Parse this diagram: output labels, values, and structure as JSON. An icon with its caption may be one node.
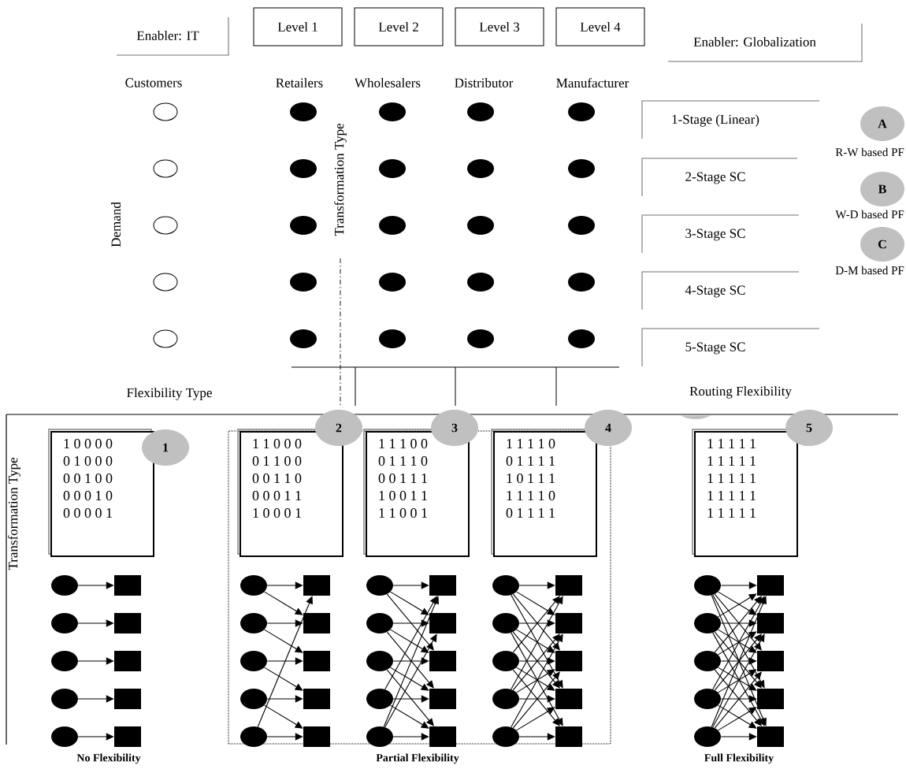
{
  "diagram": {
    "nodes": [
      {
        "text": [
          "Enabler: IT"
        ]
      },
      {
        "text": [
          "Level 1"
        ]
      },
      {
        "text": [
          "Level 2"
        ]
      },
      {
        "text": [
          "Level 3"
        ]
      },
      {
        "text": [
          "Level 4"
        ]
      },
      {
        "text": [
          "Enabler: Globalization"
        ]
      },
      {
        "text": [
          "1-Stage (Linear)"
        ]
      },
      {
        "text": [
          "2-Stage SC"
        ]
      },
      {
        "text": [
          "3-Stage SC"
        ]
      },
      {
        "text": [
          "4-Stage SC"
        ]
      },
      {
        "text": [
          "5-Stage SC"
        ]
      },
      {
        "text": [
          "A"
        ],
        "beside": [
          "R-W based PF"
        ]
      },
      {
        "text": [
          "B"
        ],
        "beside": [
          "W-D based PF"
        ]
      },
      {
        "text": [
          "C"
        ],
        "beside": [
          "D-M based PF"
        ]
      },
      {
        "text": [
          "1 0 0 0 0",
          "0 1 0 0 0",
          "0 0 1 0 0",
          "0 0 0 1 0",
          "0 0 0 0 1"
        ]
      },
      {
        "text": [
          "1 1 0 0 0",
          "0 1 1 0 0",
          "0 0 1 1 0",
          "0 0 0 1 1",
          "1 0 0 0 1"
        ]
      },
      {
        "text": [
          "1 1 1 0 0",
          "0 1 1 1 0",
          "0 0 1 1 1",
          "1 0 0 1 1",
          "1 1 0 0 1"
        ]
      },
      {
        "text": [
          "1 1 1 1 0",
          "0 1 1 1 1",
          "1 0 1 1 1",
          "1 1 1 1 0",
          "0 1 1 1 1"
        ]
      },
      {
        "text": [
          "1 1 1 1 1",
          "1 1 1 1 1",
          "1 1 1 1 1",
          "1 1 1 1 1",
          "1 1 1 1 1"
        ]
      },
      {
        "text": [
          "1"
        ]
      },
      {
        "text": [
          "2"
        ]
      },
      {
        "text": [
          "3"
        ]
      },
      {
        "text": [
          "4"
        ]
      },
      {
        "text": [
          "5"
        ]
      },
      {
        "text": [],
        "shape": "circle"
      },
      {
        "text": [],
        "shape": "circle"
      },
      {
        "text": [],
        "shape": "circle"
      },
      {
        "text": [],
        "shape": "circle"
      },
      {
        "text": [],
        "shape": "circle"
      },
      {
        "text": [],
        "shape": "box"
      },
      {
        "text": [],
        "shape": "box"
      },
      {
        "text": [],
        "shape": "box"
      },
      {
        "text": [],
        "shape": "box"
      },
      {
        "text": [],
        "shape": "box"
      },
      {
        "text": [],
        "shape": "circle"
      },
      {
        "text": [],
        "shape": "circle"
      },
      {
        "text": [],
        "shape": "circle"
      },
      {
        "text": [],
        "shape": "circle"
      },
      {
        "text": [],
        "shape": "circle"
      },
      {
        "text": [],
        "shape": "box"
      },
      {
        "text": [],
        "shape": "box"
      },
      {
        "text": [],
        "shape": "box"
      },
      {
        "text": [],
        "shape": "box"
      },
      {
        "text": [],
        "shape": "box"
      },
      {
        "text": [],
        "shape": "circle"
      },
      {
        "text": [],
        "shape": "circle"
      },
      {
        "text": [],
        "shape": "circle"
      },
      {
        "text": [],
        "shape": "circle"
      },
      {
        "text": [],
        "shape": "circle"
      },
      {
        "text": [],
        "shape": "box"
      },
      {
        "text": [],
        "shape": "box"
      },
      {
        "text": [],
        "shape": "box"
      },
      {
        "text": [],
        "shape": "box"
      },
      {
        "text": [],
        "shape": "box"
      },
      {
        "text": [],
        "shape": "circle"
      },
      {
        "text": [],
        "shape": "circle"
      },
      {
        "text": [],
        "shape": "circle"
      },
      {
        "text": [],
        "shape": "circle"
      },
      {
        "text": [],
        "shape": "circle"
      },
      {
        "text": [],
        "shape": "box"
      },
      {
        "text": [],
        "shape": "box"
      },
      {
        "text": [],
        "shape": "box"
      },
      {
        "text": [],
        "shape": "box"
      },
      {
        "text": [],
        "shape": "box"
      },
      {
        "text": [],
        "shape": "circle"
      },
      {
        "text": [],
        "shape": "circle"
      },
      {
        "text": [],
        "shape": "circle"
      },
      {
        "text": [],
        "shape": "circle"
      },
      {
        "text": [],
        "shape": "circle"
      },
      {
        "text": [],
        "shape": "box"
      },
      {
        "text": [],
        "shape": "box"
      },
      {
        "text": [],
        "shape": "box"
      },
      {
        "text": [],
        "shape": "box"
      },
      {
        "text": [],
        "shape": "box"
      },
      {
        "text": [],
        "shape": "circle"
      }
    ],
    "edges": [
      {
        "from": 24,
        "to": 29,
        "arrow": "to"
      },
      {
        "from": 25,
        "to": 30,
        "arrow": "to"
      },
      {
        "from": 26,
        "to": 31,
        "arrow": "to"
      },
      {
        "from": 27,
        "to": 32,
        "arrow": "to"
      },
      {
        "from": 28,
        "to": 33,
        "arrow": "to"
      },
      {
        "from": 34,
        "to": 39,
        "arrow": "to"
      },
      {
        "from": 34,
        "to": 40,
        "arrow": "to"
      },
      {
        "from": 35,
        "to": 40,
        "arrow": "to"
      },
      {
        "from": 35,
        "to": 41,
        "arrow": "to"
      },
      {
        "from": 36,
        "to": 41,
        "arrow": "to"
      },
      {
        "from": 36,
        "to": 42,
        "arrow": "to"
      },
      {
        "from": 37,
        "to": 42,
        "arrow": "to"
      },
      {
        "from": 37,
        "to": 43,
        "arrow": "to"
      },
      {
        "from": 38,
        "to": 39,
        "arrow": "to"
      },
      {
        "from": 38,
        "to": 43,
        "arrow": "to"
      },
      {
        "from": 44,
        "to": 49,
        "arrow": "to"
      },
      {
        "from": 44,
        "to": 50,
        "arrow": "to"
      },
      {
        "from": 44,
        "to": 51,
        "arrow": "to"
      },
      {
        "from": 45,
        "to": 50,
        "arrow": "to"
      },
      {
        "from": 45,
        "to": 51,
        "arrow": "to"
      },
      {
        "from": 45,
        "to": 52,
        "arrow": "to"
      },
      {
        "from": 46,
        "to": 51,
        "arrow": "to"
      },
      {
        "from": 46,
        "to": 52,
        "arrow": "to"
      },
      {
        "from": 46,
        "to": 53,
        "arrow": "to"
      },
      {
        "from": 47,
        "to": 49,
        "arrow": "to"
      },
      {
        "from": 47,
        "to": 52,
        "arrow": "to"
      },
      {
        "from": 47,
        "to": 53,
        "arrow": "to"
      },
      {
        "from": 48,
        "to": 49,
        "arrow": "to"
      },
      {
        "from": 48,
        "to": 50,
        "arrow": "to"
      },
      {
        "from": 48,
        "to": 53,
        "arrow": "to"
      },
      {
        "from": 54,
        "to": 59,
        "arrow": "to"
      },
      {
        "from": 54,
        "to": 60,
        "arrow": "to"
      },
      {
        "from": 54,
        "to": 61,
        "arrow": "to"
      },
      {
        "from": 54,
        "to": 62,
        "arrow": "to"
      },
      {
        "from": 55,
        "to": 60,
        "arrow": "to"
      },
      {
        "from": 55,
        "to": 61,
        "arrow": "to"
      },
      {
        "from": 55,
        "to": 62,
        "arrow": "to"
      },
      {
        "from": 55,
        "to": 63,
        "arrow": "to"
      },
      {
        "from": 56,
        "to": 59,
        "arrow": "to"
      },
      {
        "from": 56,
        "to": 61,
        "arrow": "to"
      },
      {
        "from": 56,
        "to": 62,
        "arrow": "to"
      },
      {
        "from": 56,
        "to": 63,
        "arrow": "to"
      },
      {
        "from": 57,
        "to": 59,
        "arrow": "to"
      },
      {
        "from": 57,
        "to": 60,
        "arrow": "to"
      },
      {
        "from": 57,
        "to": 61,
        "arrow": "to"
      },
      {
        "from": 57,
        "to": 62,
        "arrow": "to"
      },
      {
        "from": 58,
        "to": 60,
        "arrow": "to"
      },
      {
        "from": 58,
        "to": 61,
        "arrow": "to"
      },
      {
        "from": 58,
        "to": 62,
        "arrow": "to"
      },
      {
        "from": 58,
        "to": 63,
        "arrow": "to"
      },
      {
        "from": 64,
        "to": 69,
        "arrow": "to"
      },
      {
        "from": 64,
        "to": 70,
        "arrow": "to"
      },
      {
        "from": 64,
        "to": 71,
        "arrow": "to"
      },
      {
        "from": 64,
        "to": 72,
        "arrow": "to"
      },
      {
        "from": 64,
        "to": 73,
        "arrow": "to"
      },
      {
        "from": 65,
        "to": 69,
        "arrow": "to"
      },
      {
        "from": 65,
        "to": 70,
        "arrow": "to"
      },
      {
        "from": 65,
        "to": 71,
        "arrow": "to"
      },
      {
        "from": 65,
        "to": 72,
        "arrow": "to"
      },
      {
        "from": 65,
        "to": 73,
        "arrow": "to"
      },
      {
        "from": 66,
        "to": 69,
        "arrow": "to"
      },
      {
        "from": 66,
        "to": 70,
        "arrow": "to"
      },
      {
        "from": 66,
        "to": 71,
        "arrow": "to"
      },
      {
        "from": 66,
        "to": 72,
        "arrow": "to"
      },
      {
        "from": 66,
        "to": 73,
        "arrow": "to"
      },
      {
        "from": 67,
        "to": 69,
        "arrow": "to"
      },
      {
        "from": 67,
        "to": 70,
        "arrow": "to"
      },
      {
        "from": 67,
        "to": 71,
        "arrow": "to"
      },
      {
        "from": 67,
        "to": 72,
        "arrow": "to"
      },
      {
        "from": 67,
        "to": 73,
        "arrow": "to"
      },
      {
        "from": 68,
        "to": 69,
        "arrow": "to"
      },
      {
        "from": 68,
        "to": 70,
        "arrow": "to"
      },
      {
        "from": 68,
        "to": 71,
        "arrow": "to"
      },
      {
        "from": 68,
        "to": 72,
        "arrow": "to"
      },
      {
        "from": 68,
        "to": 73,
        "arrow": "to"
      }
    ],
    "labels": [
      "Customers",
      "Retailers",
      "Wholesalers",
      "Distributor",
      "Manufacturer",
      "Transformation Type",
      "Demand",
      "Flexibility Type",
      "Routing Flexibility",
      "Transformation Type",
      "No Flexibility",
      "Partial Flexibility",
      "Full Flexibility"
    ]
  }
}
